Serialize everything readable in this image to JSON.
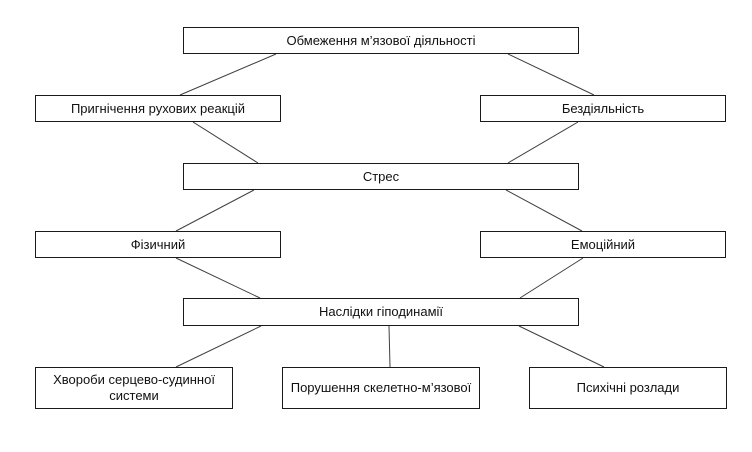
{
  "nodes": {
    "top": "Обмеження м’язової діяльності",
    "left1": "Пригнічення рухових реакцій",
    "right1": "Бездіяльність",
    "stress": "Стрес",
    "left2": "Фізичний",
    "right2": "Емоційний",
    "consequences": "Наслідки гіподинамії",
    "bottom1": "Хвороби серцево-судинної системи",
    "bottom2": "Порушення скелетно-м’язової",
    "bottom3": "Психічні розлади"
  },
  "colors": {
    "line": "#404040",
    "border": "#1a1a1a",
    "text": "#111111"
  }
}
